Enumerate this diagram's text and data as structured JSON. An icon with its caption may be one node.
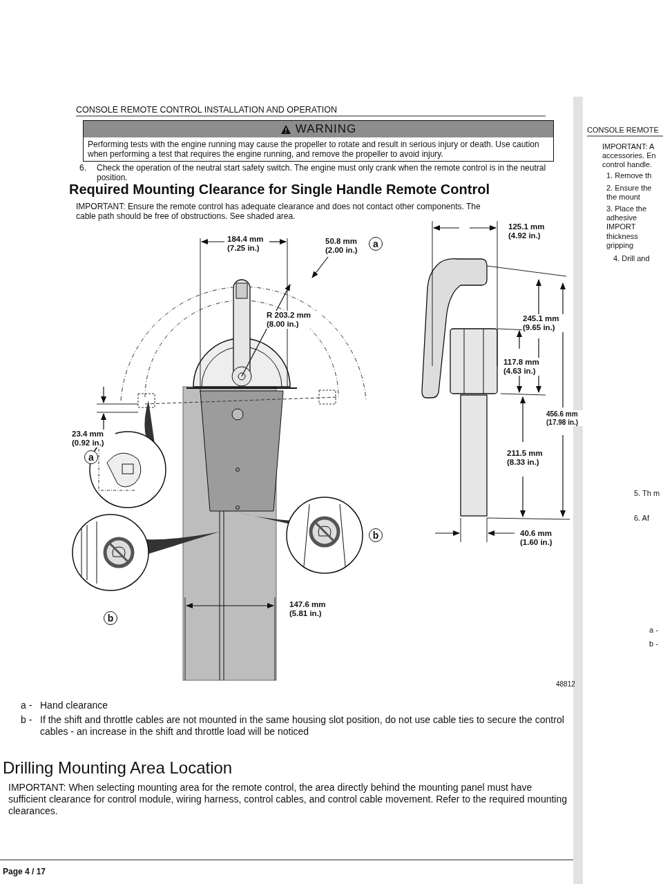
{
  "diagram": {
    "title": "Required Mounting Clearance for Single Handle Remote Control",
    "nodes": [
      {
        "text": [
          "WARNING",
          "Performing tests with the engine running may cause the propeller to rotate and result in serious injury or death. Use caution when performing a test that requires the engine running, and remove the propeller to avoid injury."
        ]
      }
    ],
    "labels": [
      "CONSOLE REMOTE CONTROL INSTALLATION AND OPERATION",
      "6.",
      "Check the operation of the neutral start safety switch. The engine must only crank when the remote control is in the neutral position.",
      "IMPORTANT: Ensure the remote control has adequate clearance and does not contact other components. The cable path should be free of obstructions. See shaded area.",
      "184.4 mm (7.25 in.)",
      "50.8 mm (2.00 in.)",
      "a",
      "125.1 mm (4.92 in.)",
      "R 203.2 mm (8.00 in.)",
      "245.1 mm (9.65 in.)",
      "117.8 mm (4.63 in.)",
      "456.6 mm (17.98 in.)",
      "23.4 mm (0.92 in.)",
      "a",
      "211.5 mm (8.33 in.)",
      "40.6 mm (1.60 in.)",
      "b",
      "b",
      "147.6 mm (5.81 in.)",
      "48812",
      "a -",
      "Hand clearance",
      "b -",
      "If the shift and throttle cables are not mounted in the same housing slot position, do not use cable ties to secure the control cables - an increase in the shift and throttle load will be noticed",
      "Drilling Mounting Area Location",
      "IMPORTANT: When selecting mounting area for the remote control, the area directly behind the mounting panel must have sufficient clearance for control module, wiring harness, control cables, and control cable movement. Refer to the required mounting clearances.",
      "Page 4 / 17",
      "CONSOLE REMOTE",
      "IMPORTANT: A accessories. En control handle.",
      "1. Remove th",
      "2. Ensure the the mount",
      "3. Place the adhesive IMPORT thickness gripping",
      "4. Drill and",
      "5. Th m",
      "6. Af",
      "a -",
      "b -"
    ]
  }
}
